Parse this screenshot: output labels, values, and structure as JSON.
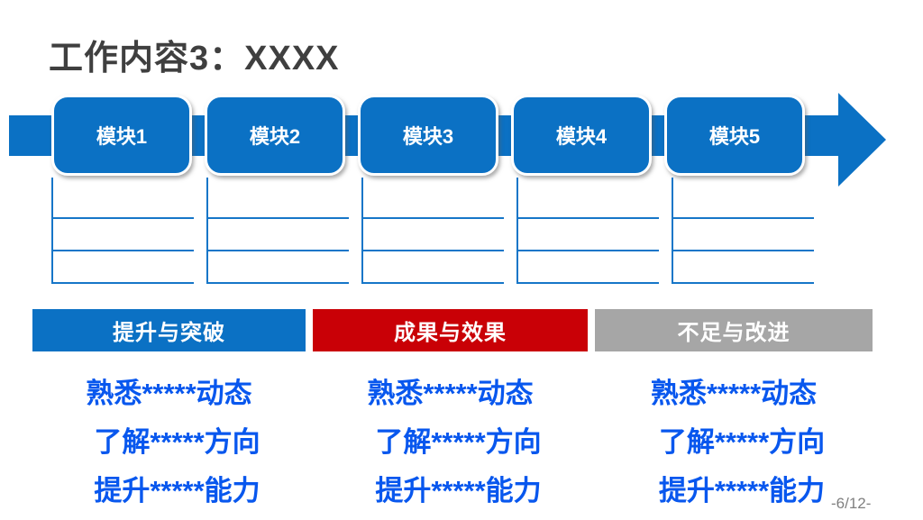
{
  "title": "工作内容3：XXXX",
  "page_number": "-6/12-",
  "modules": [
    {
      "label": "模块1"
    },
    {
      "label": "模块2"
    },
    {
      "label": "模块3"
    },
    {
      "label": "模块4"
    },
    {
      "label": "模块5"
    }
  ],
  "note_rows_per_module": 3,
  "sections": [
    {
      "title": "提升与突破",
      "color": "#0b71c4",
      "items": [
        "熟悉*****动态",
        "了解*****方向",
        "提升*****能力"
      ]
    },
    {
      "title": "成果与效果",
      "color": "#c90006",
      "items": [
        "熟悉*****动态",
        "了解*****方向",
        "提升*****能力"
      ]
    },
    {
      "title": "不足与改进",
      "color": "#a6a6a6",
      "items": [
        "熟悉*****动态",
        "了解*****方向",
        "提升*****能力"
      ]
    }
  ],
  "colors": {
    "arrow_blue": "#0b71c4",
    "note_line_blue": "#1676c8",
    "item_text_blue": "#0857ee",
    "title_gray": "#3f3f3f",
    "page_number_gray": "#808080"
  }
}
